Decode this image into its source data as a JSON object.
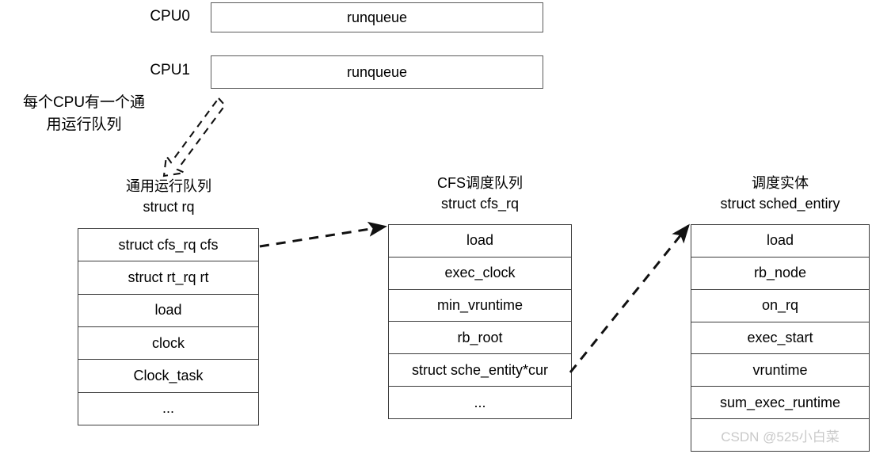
{
  "cpus": [
    {
      "label": "CPU0",
      "box_text": "runqueue"
    },
    {
      "label": "CPU1",
      "box_text": "runqueue"
    }
  ],
  "annotation": {
    "line1": "每个CPU有一个通",
    "line2": "用运行队列"
  },
  "columns": [
    {
      "id": "rq",
      "header_cn": "通用运行队列",
      "header_en": "struct rq",
      "rows": [
        "struct cfs_rq cfs",
        "struct rt_rq rt",
        "load",
        "clock",
        "Clock_task",
        "..."
      ]
    },
    {
      "id": "cfs_rq",
      "header_cn": "CFS调度队列",
      "header_en": "struct cfs_rq",
      "rows": [
        "load",
        "exec_clock",
        "min_vruntime",
        "rb_root",
        "struct sche_entity*cur",
        "..."
      ]
    },
    {
      "id": "sched_entity",
      "header_cn": "调度实体",
      "header_en": "struct sched_entiry",
      "rows": [
        "load",
        "rb_node",
        "on_rq",
        "exec_start",
        "vruntime",
        "sum_exec_runtime"
      ]
    }
  ],
  "watermark": "CSDN @525小白菜",
  "colors": {
    "stroke": "#3c3c3c",
    "box_stroke": "#5a5a5a",
    "text": "#000000",
    "watermark": "#c9c9c9",
    "background": "#ffffff"
  }
}
